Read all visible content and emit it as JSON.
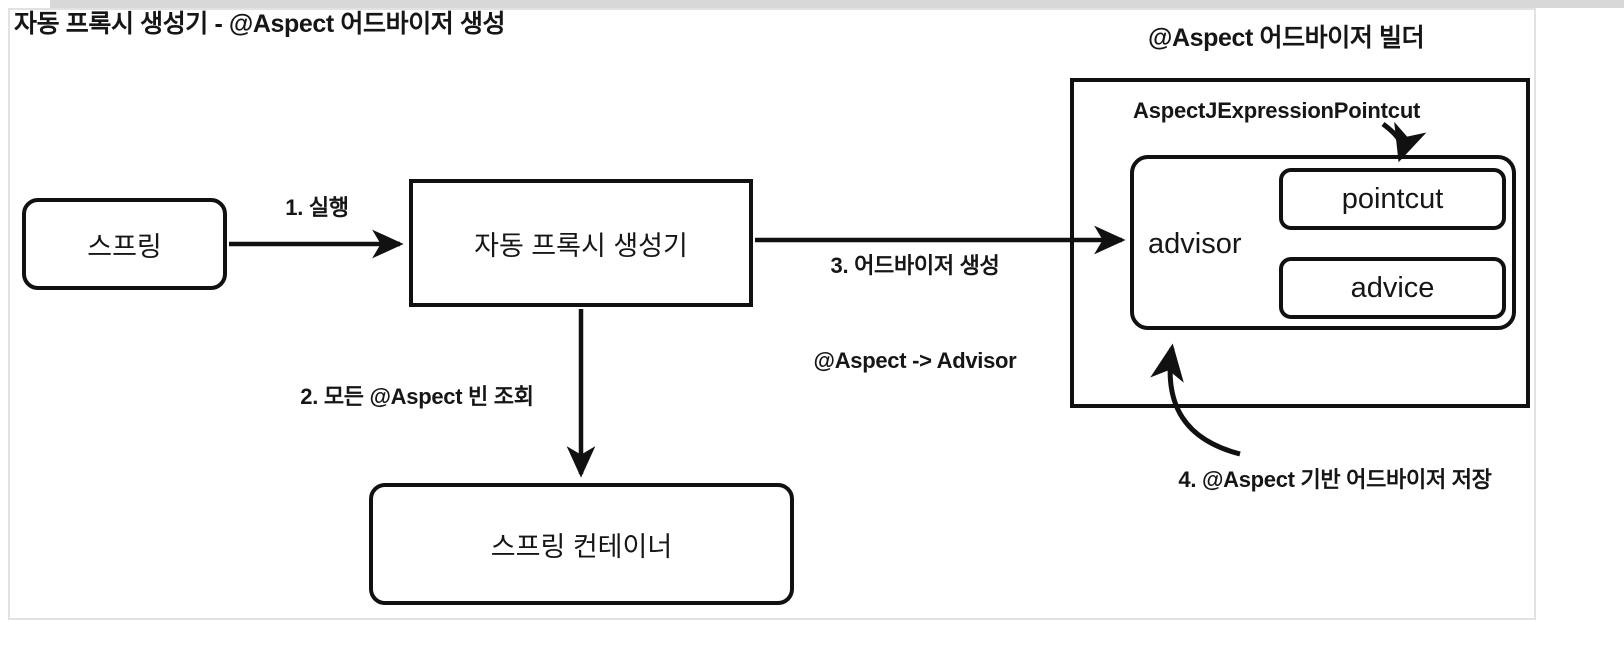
{
  "page": {
    "title": "자동 프록시 생성기 - @Aspect 어드바이저 생성"
  },
  "diagram": {
    "type": "flow-diagram",
    "nodes": [
      {
        "id": "spring",
        "label": "스프링",
        "shape": "rounded-rect"
      },
      {
        "id": "autoproxy",
        "label": "자동 프록시 생성기",
        "shape": "rect"
      },
      {
        "id": "container",
        "label": "스프링 컨테이너",
        "shape": "rounded-rect"
      },
      {
        "id": "advisor",
        "label": "advisor",
        "shape": "rounded-rect"
      },
      {
        "id": "pointcut",
        "label": "pointcut",
        "shape": "rounded-rect"
      },
      {
        "id": "advice",
        "label": "advice",
        "shape": "rounded-rect"
      }
    ],
    "groups": [
      {
        "id": "builder",
        "title": "@Aspect 어드바이저 빌더",
        "shape": "rect"
      }
    ],
    "annotations": [
      {
        "id": "pointcut-class",
        "text": "AspectJExpressionPointcut",
        "points_to": "pointcut"
      }
    ],
    "edges": [
      {
        "id": "edge-1",
        "from": "spring",
        "to": "autoproxy",
        "label": "1. 실행"
      },
      {
        "id": "edge-2",
        "from": "autoproxy",
        "to": "container",
        "label": "2. 모든 @Aspect 빈 조회"
      },
      {
        "id": "edge-3",
        "from": "autoproxy",
        "to": "advisor",
        "label_line1": "3. 어드바이저 생성",
        "label_line2": "@Aspect -> Advisor"
      },
      {
        "id": "edge-4",
        "from": "builder",
        "to": "advisor",
        "label": "4. @Aspect 기반 어드바이저 저장"
      }
    ]
  },
  "colors": {
    "stroke": "#111111",
    "text": "#161616",
    "canvas_border": "#e2e2e2",
    "chrome": "#d8d8d8",
    "background": "#ffffff"
  }
}
